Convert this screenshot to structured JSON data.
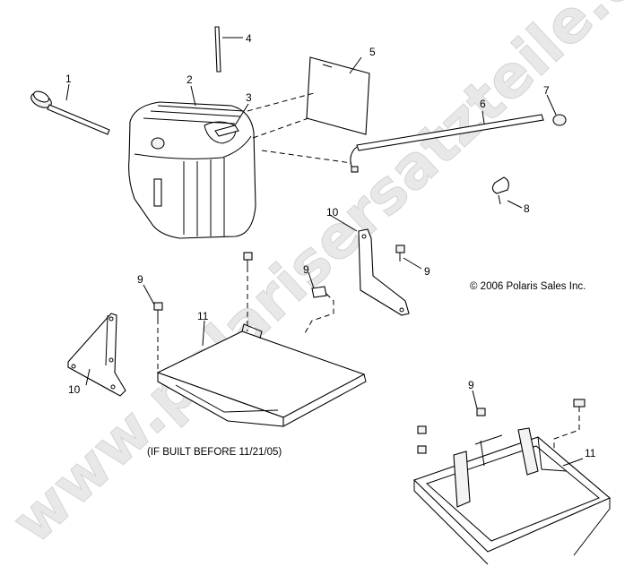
{
  "callouts": [
    "1",
    "2",
    "3",
    "4",
    "5",
    "6",
    "7",
    "8",
    "9",
    "10",
    "11"
  ],
  "copyright": "© 2006 Polaris Sales Inc.",
  "note": "(IF BUILT BEFORE 11/21/05)",
  "watermark": "www.polarisersatzteile.de"
}
